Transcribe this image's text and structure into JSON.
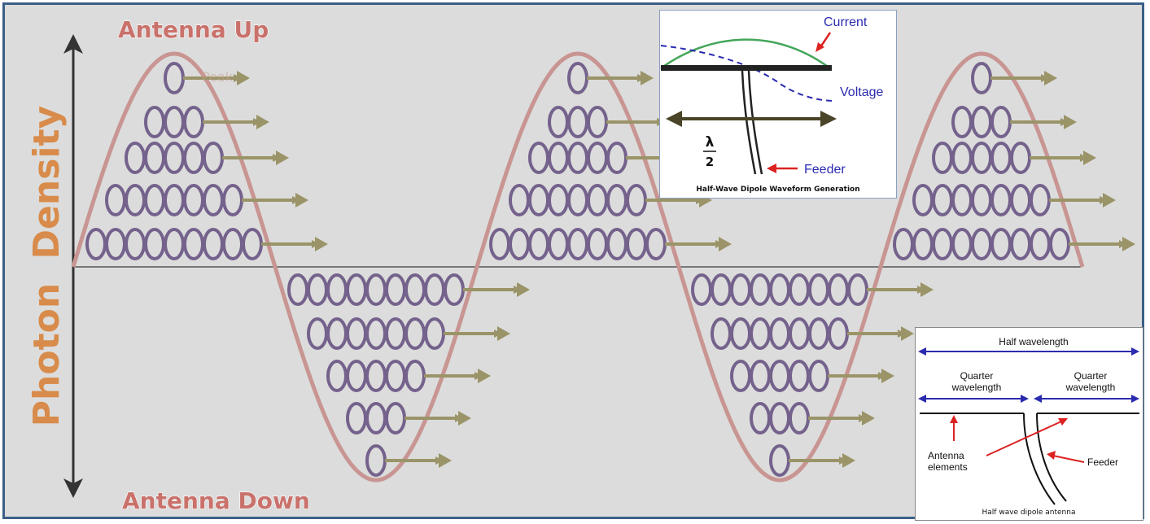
{
  "main": {
    "y_axis_label_part1": "Photon",
    "y_axis_label_part2": "Density",
    "top_label": "Antenna Up",
    "bottom_label": "Antenna Down",
    "hidden_text": "Peak"
  },
  "wave": {
    "crests_oval_counts": [
      1,
      3,
      5,
      7,
      9
    ],
    "troughs_oval_counts": [
      9,
      7,
      5,
      3,
      1
    ],
    "cycles": 2.5
  },
  "inset_top": {
    "current_label": "Current",
    "voltage_label": "Voltage",
    "lambda_symbol": "λ",
    "lambda_divisor": "2",
    "feeder_label": "Feeder",
    "caption": "Half-Wave Dipole Waveform Generation"
  },
  "inset_bottom": {
    "half_wavelength_label": "Half wavelength",
    "quarter_left_line1": "Quarter",
    "quarter_left_line2": "wavelength",
    "quarter_right_line1": "Quarter",
    "quarter_right_line2": "wavelength",
    "elements_line1": "Antenna",
    "elements_line2": "elements",
    "feeder_label": "Feeder",
    "caption": "Half wave dipole antenna"
  },
  "colors": {
    "frame_border": "#3b5f88",
    "background": "#dcdcdc",
    "wave": "#c89592",
    "ovals": "#74628c",
    "arrows": "#9a9468",
    "label_orange": "#d88b4a",
    "title_red": "#c9716b"
  }
}
